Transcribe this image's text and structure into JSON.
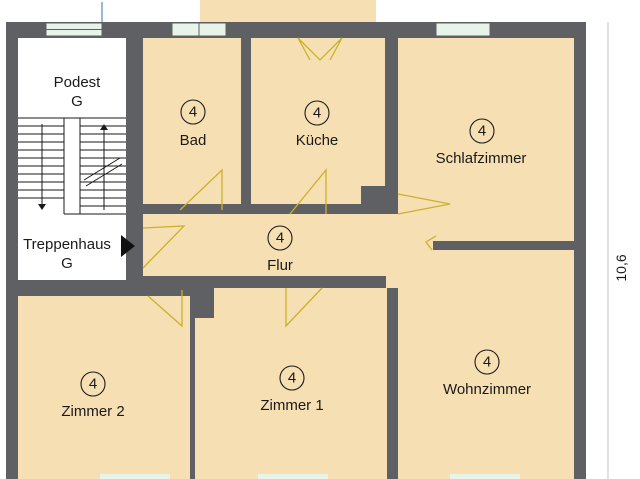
{
  "plan": {
    "dimension_label": "10,6",
    "stair": {
      "landing_name": "Podest",
      "landing_code": "G",
      "hall_name": "Treppenhaus",
      "hall_code": "G"
    },
    "rooms": [
      {
        "id": "bad",
        "name": "Bad",
        "number": "4"
      },
      {
        "id": "kueche",
        "name": "Küche",
        "number": "4"
      },
      {
        "id": "schlafzimmer",
        "name": "Schlafzimmer",
        "number": "4"
      },
      {
        "id": "flur",
        "name": "Flur",
        "number": "4"
      },
      {
        "id": "zimmer2",
        "name": "Zimmer 2",
        "number": "4"
      },
      {
        "id": "zimmer1",
        "name": "Zimmer 1",
        "number": "4"
      },
      {
        "id": "wohnzimmer",
        "name": "Wohnzimmer",
        "number": "4"
      }
    ],
    "colors": {
      "floor": "#f6dfb3",
      "wall": "#5f6063",
      "door_swing": "#c9b22a",
      "window": "#e8f3ea",
      "stair_area": "#ffffff"
    }
  }
}
